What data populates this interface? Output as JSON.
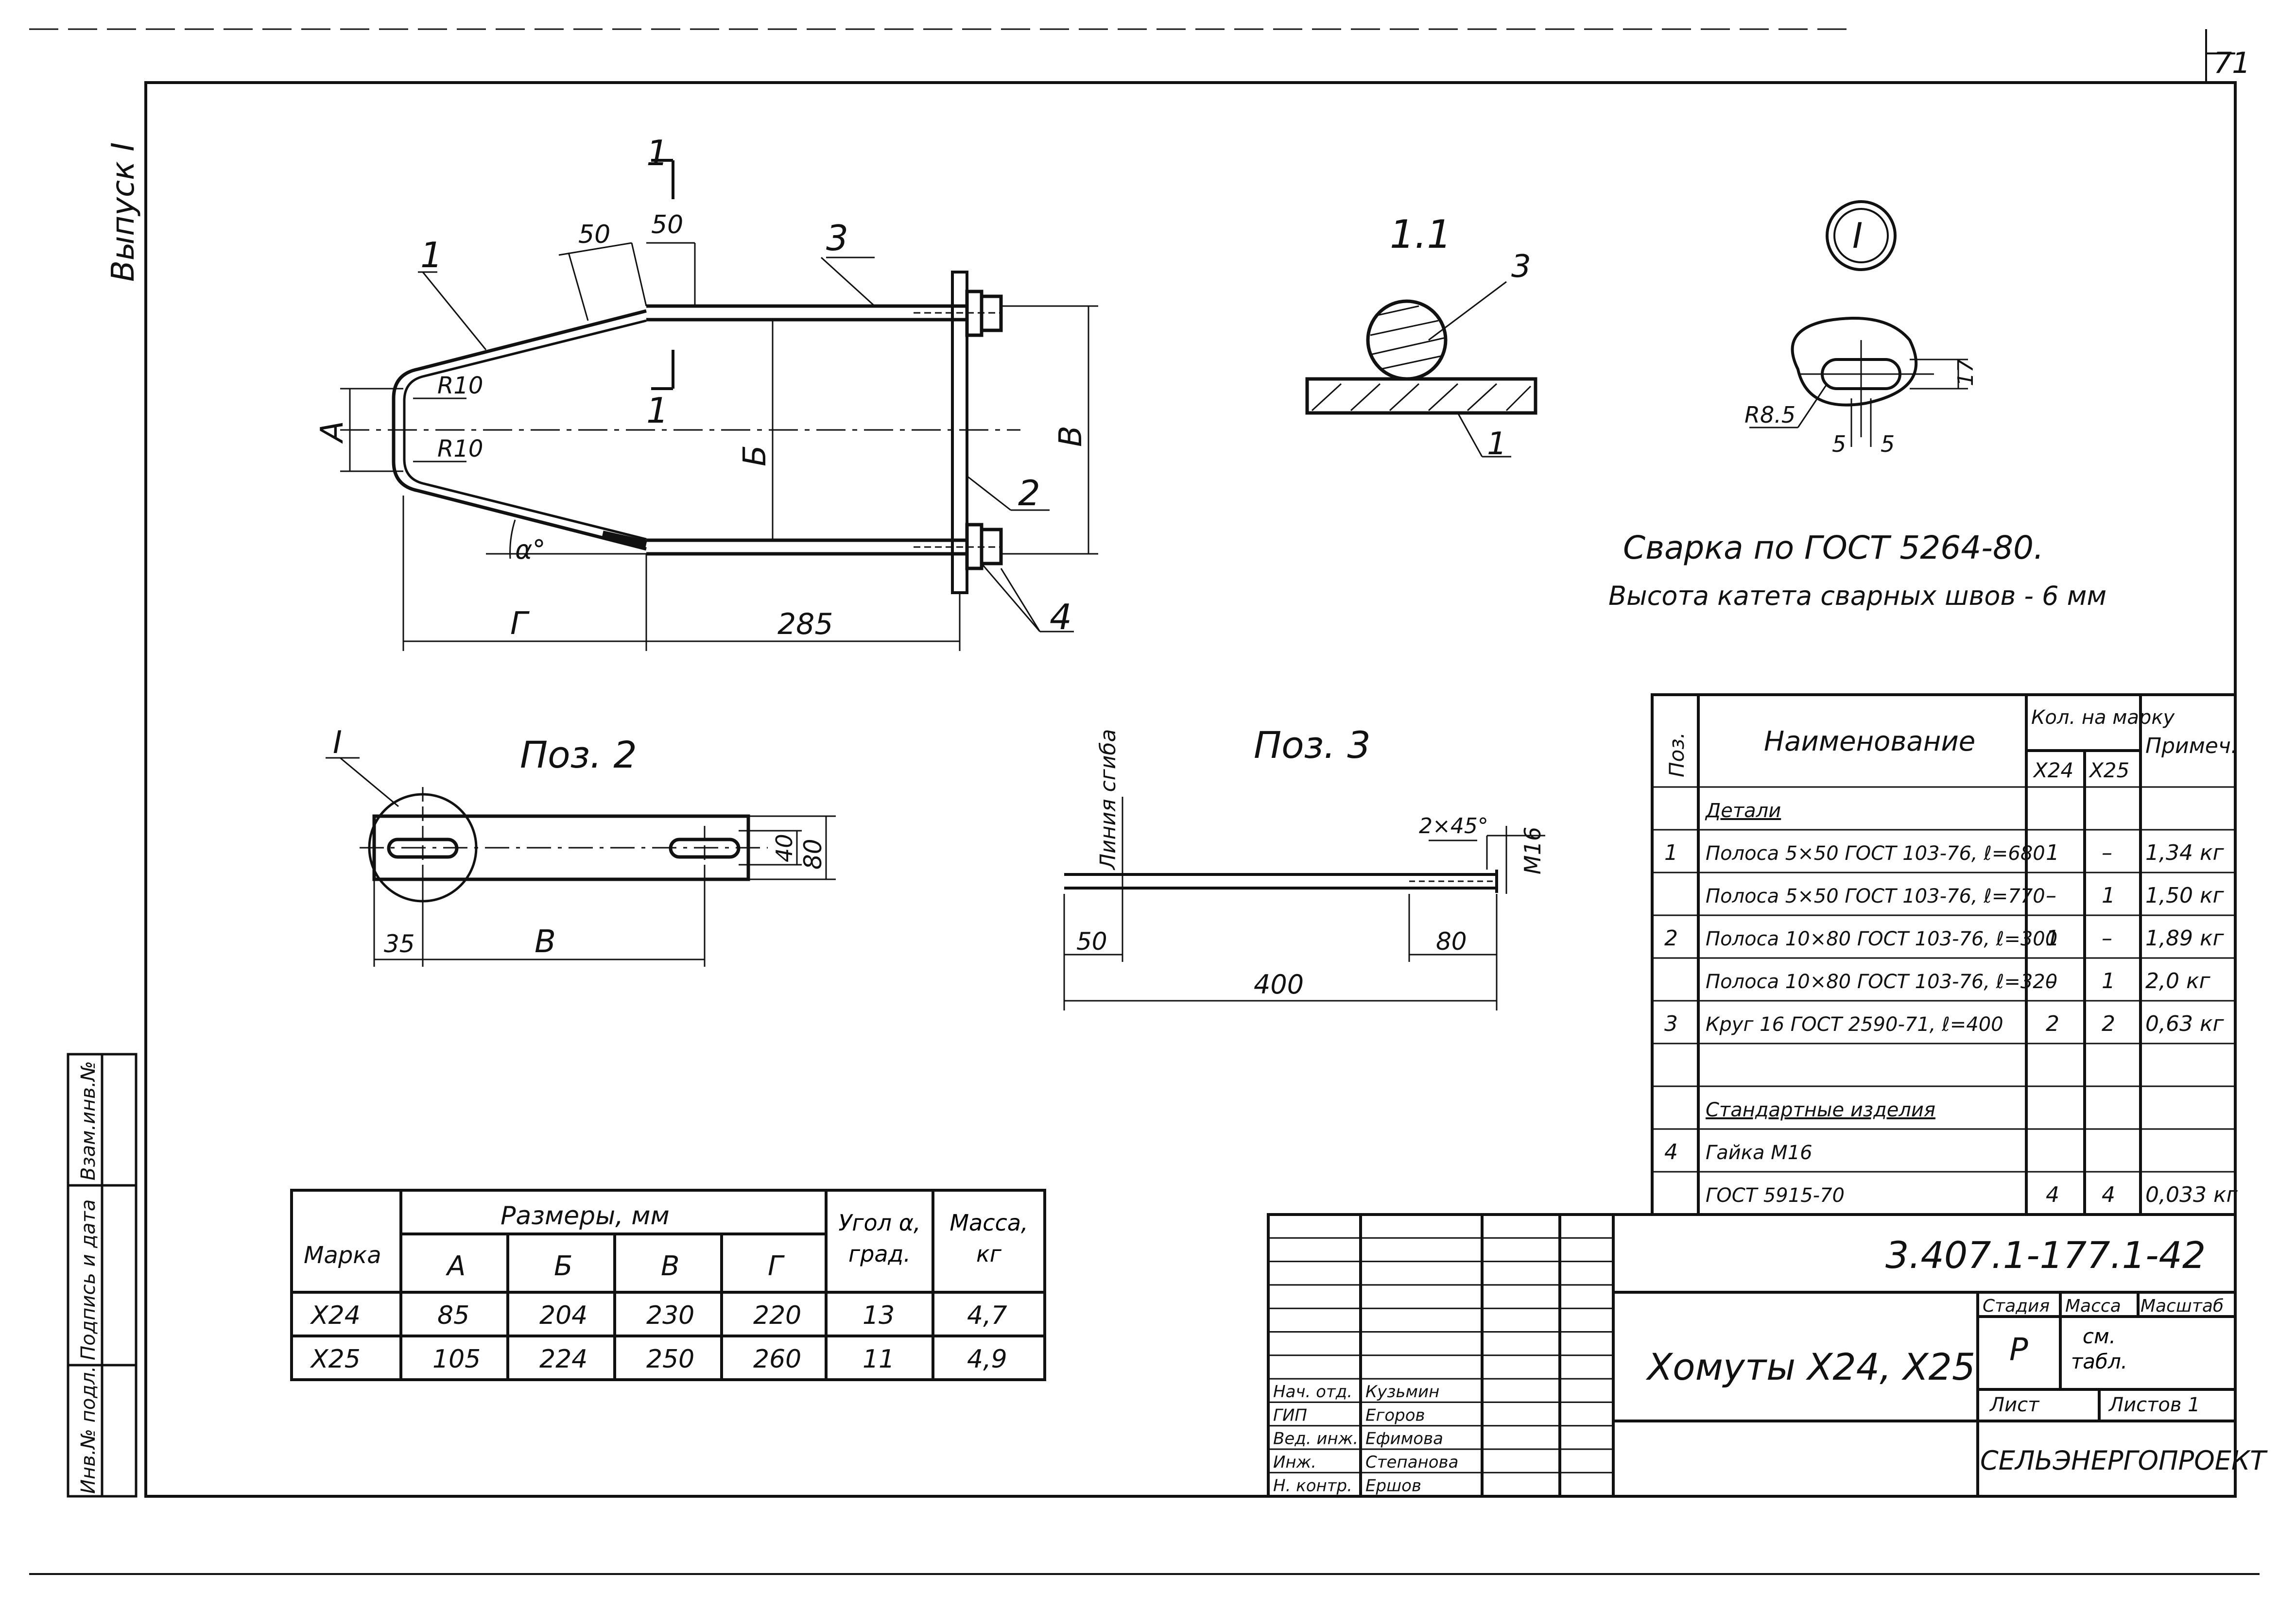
{
  "sheet": {
    "page_number": "71",
    "margin_left": "Выпуск I",
    "stamp_left": [
      "Инв.№ подл.",
      "Подпись и дата",
      "Взам.инв.№"
    ]
  },
  "main_view": {
    "pos_labels": [
      "1",
      "2",
      "3",
      "4"
    ],
    "section_mark": "1",
    "dim_50_a": "50",
    "dim_50_b": "50",
    "radius_1": "R10",
    "radius_2": "R10",
    "dim_A": "А",
    "dim_B": "Б",
    "dim_V": "В",
    "dim_G": "Г",
    "dim_285": "285",
    "angle": "α°"
  },
  "section_1_1": {
    "title": "1.1",
    "pos_3": "3",
    "pos_1": "1"
  },
  "detail_I": {
    "mark": "I",
    "radius": "R8.5",
    "dim_5a": "5",
    "dim_5b": "5",
    "dim_17": "17"
  },
  "welding_note": {
    "line1": "Сварка по ГОСТ 5264-80.",
    "line2": "Высота катета сварных швов - 6 мм"
  },
  "pos2": {
    "title": "Поз. 2",
    "detail_mark": "I",
    "dim_35": "35",
    "dim_B": "В",
    "dim_40": "40",
    "dim_80": "80"
  },
  "pos3": {
    "title": "Поз. 3",
    "bend_line": "Линия сгиба",
    "chamfer": "2×45°",
    "thread": "М16",
    "dim_50": "50",
    "dim_80": "80",
    "dim_400": "400"
  },
  "sizes_table": {
    "col_mark": "Марка",
    "col_sizes": "Размеры, мм",
    "col_A": "А",
    "col_B": "Б",
    "col_V": "В",
    "col_G": "Г",
    "col_angle": "Угол α, град.",
    "col_mass": "Масса, кг",
    "rows": [
      [
        "Х24",
        "85",
        "204",
        "230",
        "220",
        "13",
        "4,7"
      ],
      [
        "Х25",
        "105",
        "224",
        "250",
        "260",
        "11",
        "4,9"
      ]
    ]
  },
  "spec_table": {
    "col_pos": "Поз.",
    "col_name": "Наименование",
    "col_qty": "Кол. на марку",
    "col_x24": "Х24",
    "col_x25": "Х25",
    "col_note": "Примеч.",
    "rows": [
      [
        "",
        "Детали",
        "",
        "",
        ""
      ],
      [
        "1",
        "Полоса 5×50 ГОСТ 103-76, ℓ=680",
        "1",
        "–",
        "1,34 кг"
      ],
      [
        "",
        "Полоса 5×50 ГОСТ 103-76, ℓ=770",
        "–",
        "1",
        "1,50 кг"
      ],
      [
        "2",
        "Полоса 10×80 ГОСТ 103-76, ℓ=300",
        "1",
        "–",
        "1,89 кг"
      ],
      [
        "",
        "Полоса 10×80 ГОСТ 103-76, ℓ=320",
        "–",
        "1",
        "2,0 кг"
      ],
      [
        "3",
        "Круг 16 ГОСТ 2590-71, ℓ=400",
        "2",
        "2",
        "0,63 кг"
      ],
      [
        "",
        "",
        "",
        "",
        ""
      ],
      [
        "",
        "Стандартные изделия",
        "",
        "",
        ""
      ],
      [
        "4",
        "Гайка М16",
        "",
        "",
        ""
      ],
      [
        "",
        "ГОСТ 5915-70",
        "4",
        "4",
        "0,033 кг"
      ]
    ]
  },
  "title_block": {
    "doc_code": "3.407.1-177.1-42",
    "title": "Хомуты Х24, Х25",
    "stage_label": "Стадия",
    "mass_label": "Масса",
    "scale_label": "Масштаб",
    "stage": "Р",
    "mass": "см. табл.",
    "sheet_label": "Лист",
    "sheets_label": "Листов 1",
    "org": "СЕЛЬЭНЕРГОПРОЕКТ",
    "signers": [
      [
        "Нач. отд.",
        "Кузьмин"
      ],
      [
        "ГИП",
        "Егоров"
      ],
      [
        "Вед. инж.",
        "Ефимова"
      ],
      [
        "Инж.",
        "Степанова"
      ],
      [
        "Н. контр.",
        "Ершов"
      ]
    ]
  }
}
